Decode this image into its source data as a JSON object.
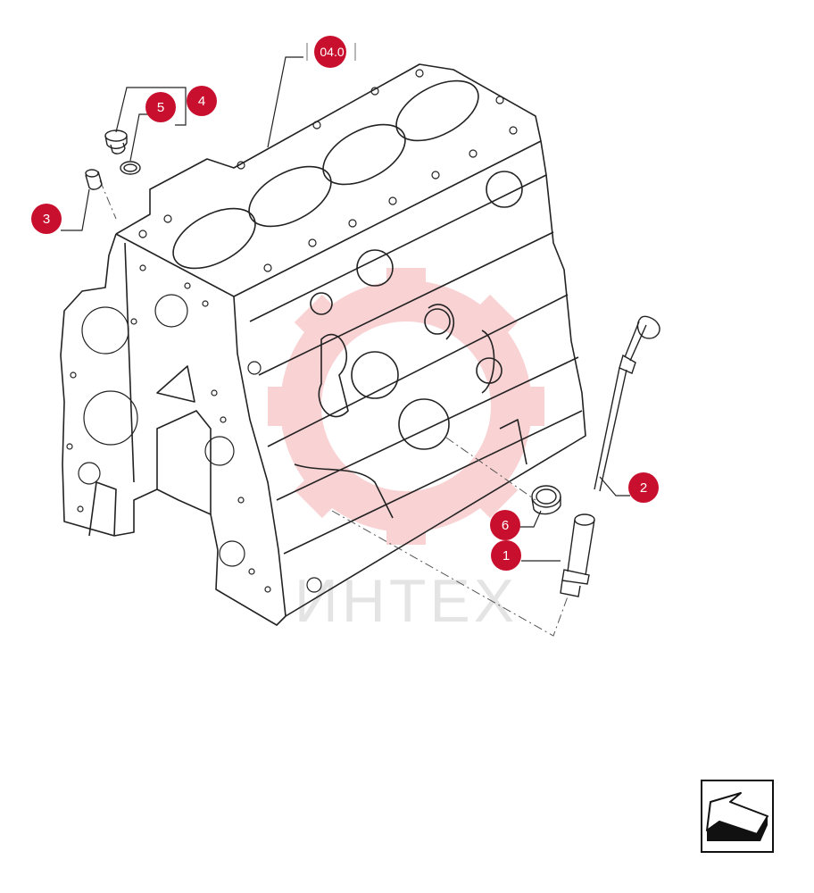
{
  "diagram": {
    "reference_label": "04.0",
    "watermark_text": "ИНТЕХ",
    "callouts": [
      {
        "id": "1",
        "label": "1"
      },
      {
        "id": "2",
        "label": "2"
      },
      {
        "id": "3",
        "label": "3"
      },
      {
        "id": "4",
        "label": "4"
      },
      {
        "id": "5",
        "label": "5"
      },
      {
        "id": "6",
        "label": "6"
      }
    ],
    "nav_icon": "return-arrow-icon",
    "colors": {
      "callout": "#c8102e",
      "line": "#222222",
      "watermark": "#e8353f"
    }
  }
}
